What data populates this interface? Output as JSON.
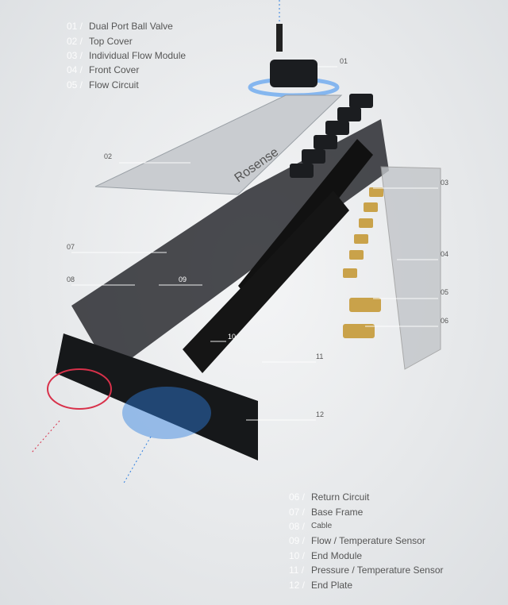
{
  "legend_top": [
    {
      "num": "01 /",
      "label": "Dual Port Ball Valve"
    },
    {
      "num": "02 /",
      "label": "Top Cover"
    },
    {
      "num": "03 /",
      "label": "Individual Flow Module"
    },
    {
      "num": "04 /",
      "label": "Front Cover"
    },
    {
      "num": "05 /",
      "label": "Flow Circuit"
    }
  ],
  "legend_bottom": [
    {
      "num": "06 /",
      "label": "Return Circuit"
    },
    {
      "num": "07 /",
      "label": "Base Frame"
    },
    {
      "num": "08 /",
      "label": "Cable"
    },
    {
      "num": "09 /",
      "label": "Flow / Temperature Sensor"
    },
    {
      "num": "10 /",
      "label": "End Module"
    },
    {
      "num": "11 /",
      "label": "Pressure / Temperature Sensor"
    },
    {
      "num": "12 /",
      "label": "End Plate"
    }
  ],
  "callouts": [
    "01",
    "02",
    "03",
    "04",
    "05",
    "06",
    "07",
    "08",
    "09",
    "10",
    "11",
    "12"
  ],
  "brand_mark": "Rosense",
  "colors": {
    "flow": "#2f7fe0",
    "return": "#d8314a",
    "body": "#1b1d20",
    "brass": "#c9a24a"
  }
}
